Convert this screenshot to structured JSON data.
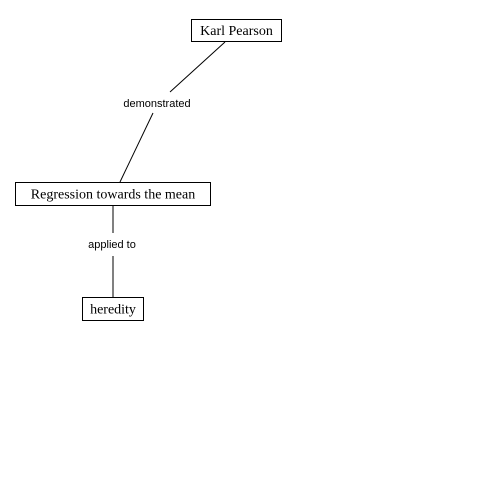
{
  "nodes": {
    "karl_pearson": "Karl Pearson",
    "regression": "Regression towards the mean",
    "heredity": "heredity"
  },
  "edges": {
    "demonstrated": "demonstrated",
    "applied_to": "applied to"
  },
  "colors": {
    "stroke": "#000000",
    "background": "#ffffff"
  }
}
